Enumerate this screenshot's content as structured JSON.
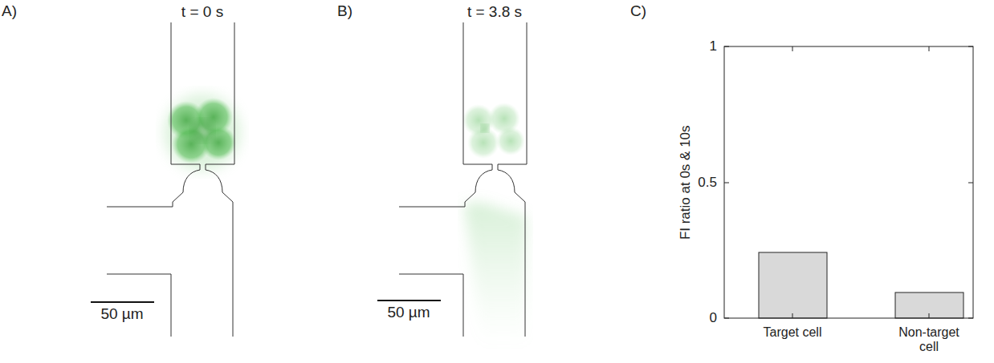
{
  "diagram": {
    "labels": [
      "A)",
      "t = 0 s",
      "50 µm",
      "B)",
      "t = 3.8 s",
      "50 µm",
      "C)",
      "1",
      "0.5",
      "0",
      "FI ratio at 0s & 10s",
      "Target cell",
      "Non-target cell"
    ]
  }
}
